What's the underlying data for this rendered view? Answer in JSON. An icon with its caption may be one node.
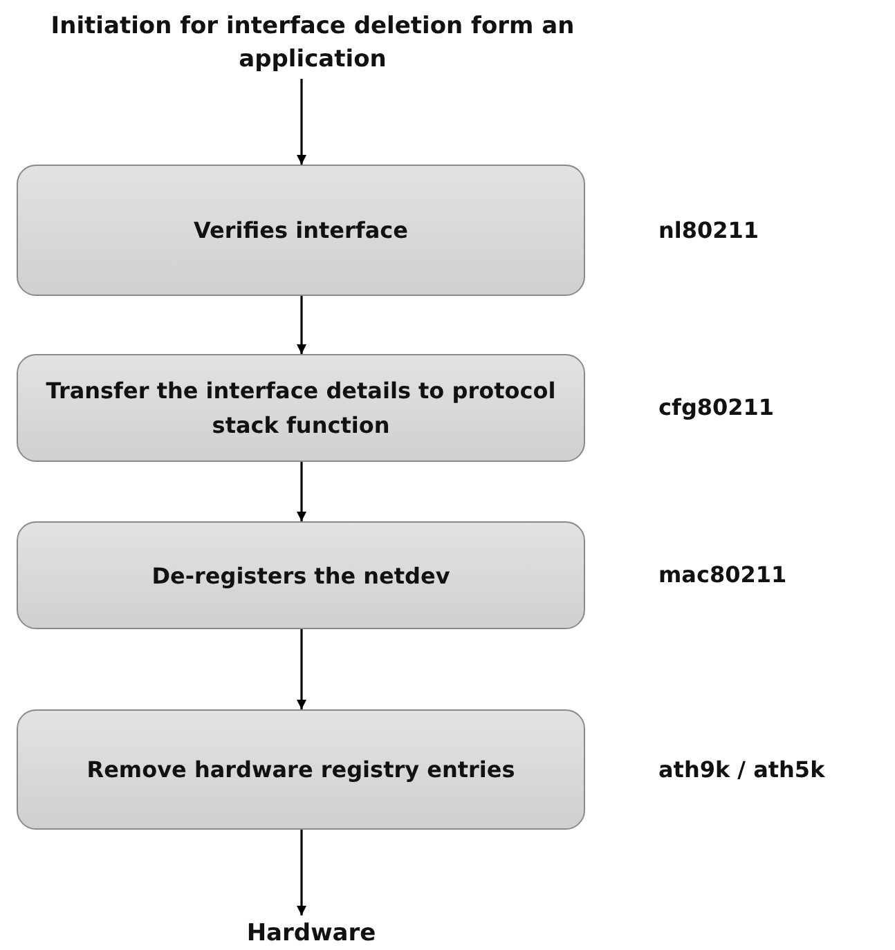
{
  "diagram": {
    "nodes": [
      {
        "text": [
          "Initiation for interface deletion form an application"
        ]
      },
      {
        "text": [
          "Verifies interface"
        ],
        "beside": [
          "nl80211"
        ]
      },
      {
        "text": [
          "Transfer the interface details to protocol stack function"
        ],
        "beside": [
          "cfg80211"
        ]
      },
      {
        "text": [
          "De-registers the netdev"
        ],
        "beside": [
          "mac80211"
        ]
      },
      {
        "text": [
          "Remove hardware registry entries"
        ],
        "beside": [
          "ath9k / ath5k"
        ]
      },
      {
        "text": [
          "Hardware"
        ]
      }
    ],
    "edges": [
      {
        "from": 0,
        "to": 1,
        "arrow": "to"
      },
      {
        "from": 1,
        "to": 2,
        "arrow": "to"
      },
      {
        "from": 2,
        "to": 3,
        "arrow": "to"
      },
      {
        "from": 3,
        "to": 4,
        "arrow": "to"
      },
      {
        "from": 4,
        "to": 5,
        "arrow": "to"
      }
    ]
  }
}
